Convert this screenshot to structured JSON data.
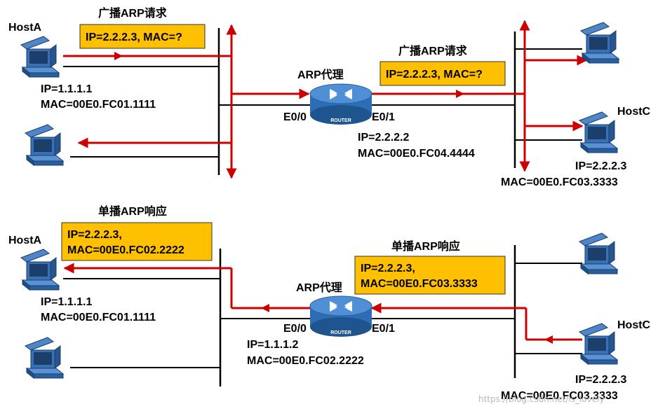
{
  "top": {
    "hostA_name": "HostA",
    "hostA_ip": "IP=1.1.1.1",
    "hostA_mac": "MAC=00E0.FC01.1111",
    "left_request_title": "广播ARP请求",
    "left_request_text": "IP=2.2.2.3, MAC=?",
    "right_request_title": "广播ARP请求",
    "right_request_text": "IP=2.2.2.3, MAC=?",
    "router_title": "ARP代理",
    "router_badge": "ROUTER",
    "iface_left": "E0/0",
    "iface_right": "E0/1",
    "router_ip": "IP=2.2.2.2",
    "router_mac": "MAC=00E0.FC04.4444",
    "hostC_name": "HostC",
    "hostC_ip": "IP=2.2.2.3",
    "hostC_mac": "MAC=00E0.FC03.3333"
  },
  "bottom": {
    "left_reply_title": "单播ARP响应",
    "left_reply_line1": "IP=2.2.2.3,",
    "left_reply_line2": "MAC=00E0.FC02.2222",
    "hostA_name": "HostA",
    "hostA_ip": "IP=1.1.1.1",
    "hostA_mac": "MAC=00E0.FC01.1111",
    "router_title": "ARP代理",
    "router_badge": "ROUTER",
    "iface_left": "E0/0",
    "iface_right": "E0/1",
    "router_ip": "IP=1.1.1.2",
    "router_mac": "MAC=00E0.FC02.2222",
    "right_reply_title": "单播ARP响应",
    "right_reply_line1": "IP=2.2.2.3,",
    "right_reply_line2": "MAC=00E0.FC03.3333",
    "hostC_name": "HostC",
    "hostC_ip": "IP=2.2.2.3",
    "hostC_mac": "MAC=00E0.FC03.3333"
  },
  "watermark": "https://blog.csdn.net/is_lovely",
  "colors": {
    "arrow": "#cc0000",
    "callout_fill": "#ffc000",
    "router_blue": "#2d6db5",
    "computer_blue": "#1f5fa6"
  }
}
